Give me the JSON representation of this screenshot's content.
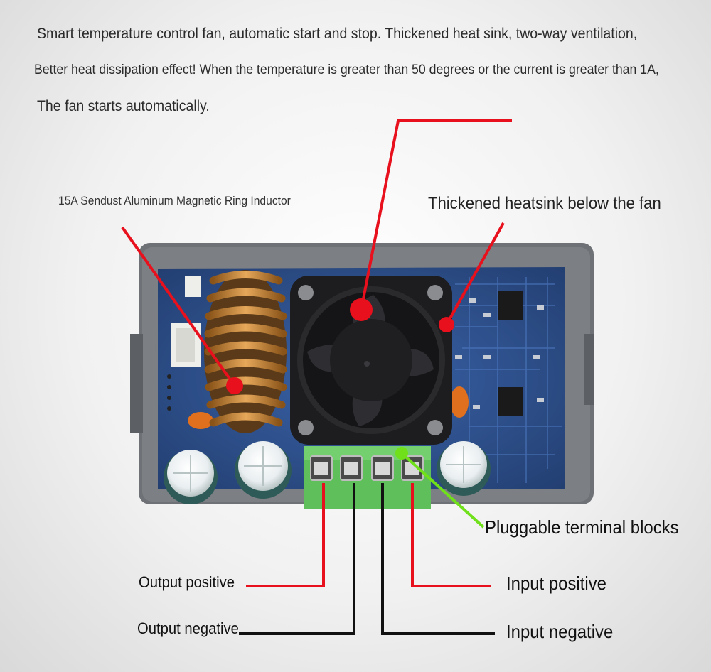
{
  "header": {
    "line1": "Smart temperature control fan, automatic start and stop. Thickened heat sink, two-way ventilation,",
    "line2": "Better heat dissipation effect! When the temperature is greater than 50 degrees or the current is greater than 1A,",
    "line3": "The fan starts automatically."
  },
  "labels": {
    "inductor": "15A Sendust Aluminum Magnetic Ring Inductor",
    "heatsink": "Thickened heatsink below the fan",
    "terminal": "Pluggable terminal blocks",
    "output_positive": "Output positive",
    "output_negative": "Output negative",
    "input_positive": "Input positive",
    "input_negative": "Input negative"
  },
  "colors": {
    "callout_red": "#e8101c",
    "callout_green": "#6fe01a",
    "wire_red": "#e8101c",
    "wire_black": "#111111",
    "terminal_green": "#5fbf5a",
    "pcb_blue": "#2d4f8c",
    "housing_gray": "#6e7176",
    "copper": "#c98a3e"
  }
}
